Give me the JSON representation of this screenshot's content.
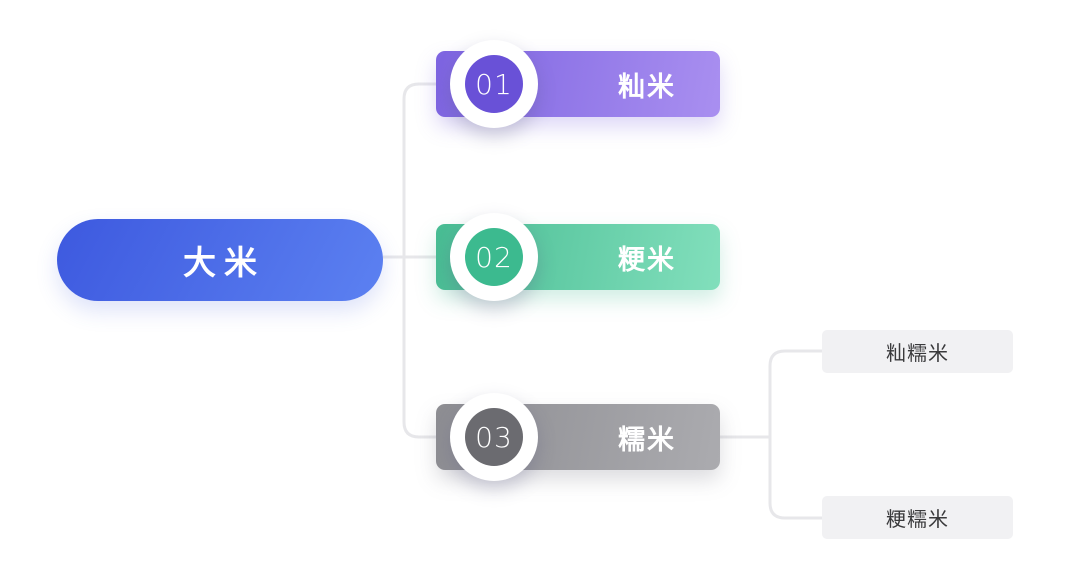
{
  "root": {
    "label": "大米"
  },
  "branches": [
    {
      "number": "01",
      "label": "籼米",
      "bar_color_start": "#7D64E1",
      "bar_color_end": "#A98FF0",
      "badge_color": "#6951D7"
    },
    {
      "number": "02",
      "label": "粳米",
      "bar_color_start": "#48BC93",
      "bar_color_end": "#82DFBC",
      "badge_color": "#3CBA8F"
    },
    {
      "number": "03",
      "label": "糯米",
      "bar_color_start": "#8D8D92",
      "bar_color_end": "#ABABAF",
      "badge_color": "#6B6B70"
    }
  ],
  "sub_nodes": [
    {
      "label": "籼糯米"
    },
    {
      "label": "粳糯米"
    }
  ],
  "colors": {
    "root_gradient_start": "#3D59DF",
    "root_gradient_end": "#5C81F1",
    "connector": "#E7E7EA",
    "sub_node_bg": "#F1F1F3",
    "sub_node_text": "#3A3A3C",
    "background": "#FFFFFF"
  }
}
